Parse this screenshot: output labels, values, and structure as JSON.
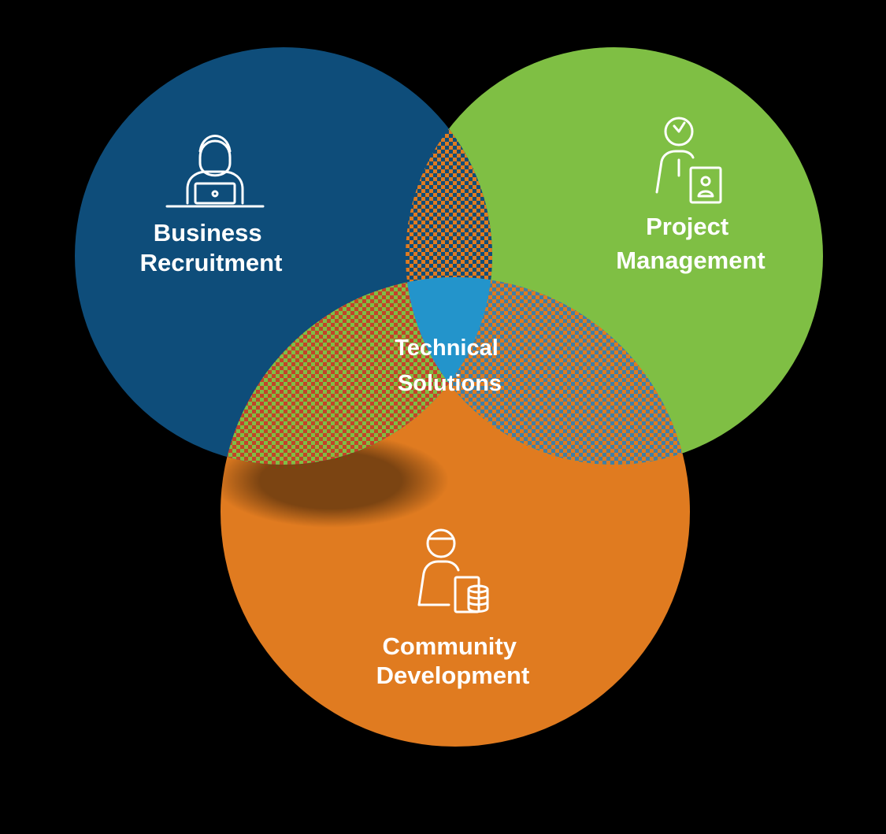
{
  "diagram": {
    "type": "venn",
    "background_color": "#000000",
    "circles": {
      "business_recruitment": {
        "color": "#0e4d7a",
        "label_lines": [
          "Business",
          "Recruitment"
        ],
        "icon": "person-at-laptop-icon"
      },
      "project_management": {
        "color": "#7fbf44",
        "label_lines": [
          "Project",
          "Management"
        ],
        "icon": "person-with-id-badge-icon"
      },
      "community_development": {
        "color": "#e07b20",
        "label_lines": [
          "Community",
          "Development"
        ],
        "icon": "person-with-document-database-icon"
      }
    },
    "center": {
      "color": "#2394cb",
      "label_lines": [
        "Technical",
        "Solutions"
      ]
    },
    "overlap_pattern": "checkered-dots"
  }
}
